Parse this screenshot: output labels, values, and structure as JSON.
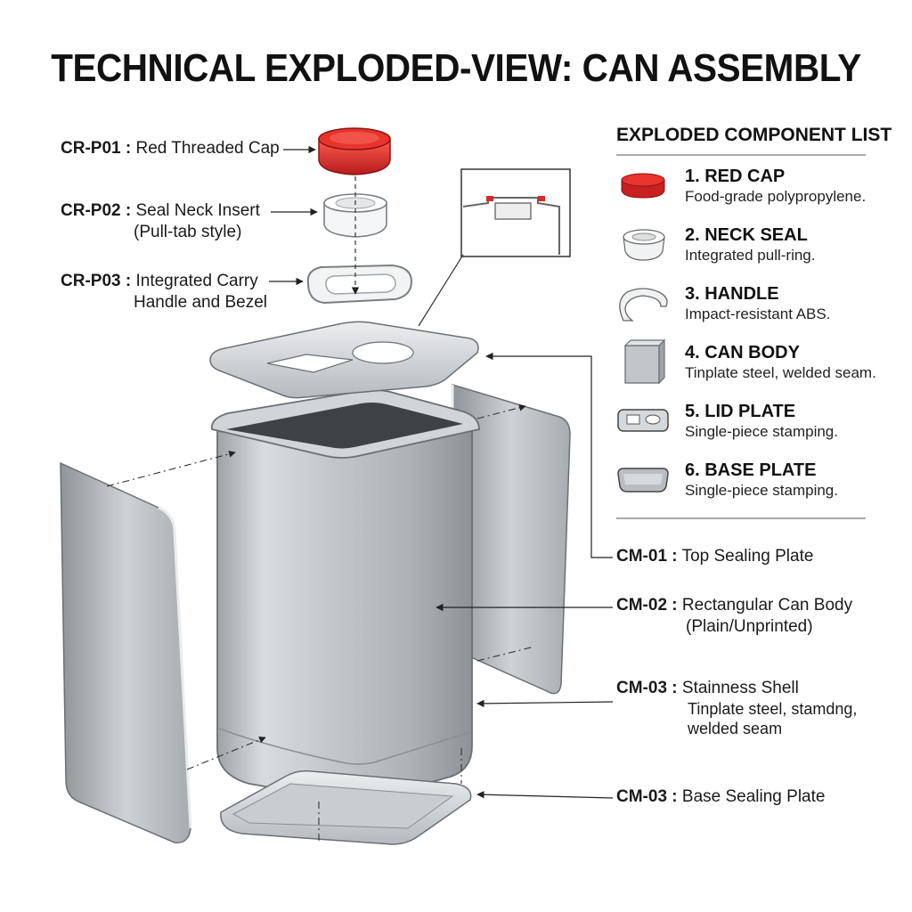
{
  "title": "TECHNICAL EXPLODED-VIEW: CAN ASSEMBLY",
  "callouts_left": [
    {
      "code": "CR-P01 :",
      "text": "Red Threaded Cap",
      "sub": ""
    },
    {
      "code": "CR-P02 :",
      "text": "Seal Neck Insert",
      "sub": "(Pull-tab style)"
    },
    {
      "code": "CR-P03 :",
      "text": "Integrated Carry",
      "sub": "Handle and Bezel"
    }
  ],
  "callouts_right": [
    {
      "code": "CM-01 :",
      "text": "Top Sealing Plate",
      "sub": "",
      "sub2": ""
    },
    {
      "code": "CM-02 :",
      "text": "Rectangular Can Body",
      "sub": "(Plain/Unprinted)",
      "sub2": ""
    },
    {
      "code": "CM-03 :",
      "text": "Stainness Shell",
      "sub": "Tinplate steel, stamdng,",
      "sub2": "welded seam"
    },
    {
      "code": "CM-03 :",
      "text": "Base Sealing Plate",
      "sub": "",
      "sub2": ""
    }
  ],
  "component_list": {
    "heading": "EXPLODED COMPONENT LIST",
    "items": [
      {
        "name": "1. RED CAP",
        "desc": "Food-grade polypropylene.",
        "icon": "red-cap-icon"
      },
      {
        "name": "2. NECK SEAL",
        "desc": "Integrated pull-ring.",
        "icon": "neck-seal-icon"
      },
      {
        "name": "3. HANDLE",
        "desc": "Impact-resistant ABS.",
        "icon": "handle-icon"
      },
      {
        "name": "4. CAN BODY",
        "desc": "Tinplate steel, welded seam.",
        "icon": "can-body-icon"
      },
      {
        "name": "5. LID PLATE",
        "desc": "Single-piece stamping.",
        "icon": "lid-plate-icon"
      },
      {
        "name": "6. BASE PLATE",
        "desc": "Single-piece stamping.",
        "icon": "base-plate-icon"
      }
    ]
  },
  "colors": {
    "cap_red": "#d42a2a",
    "metal_light": "#e4e6e8",
    "metal_mid": "#b8bcc0",
    "metal_dark": "#7d8287",
    "line": "#222222"
  }
}
